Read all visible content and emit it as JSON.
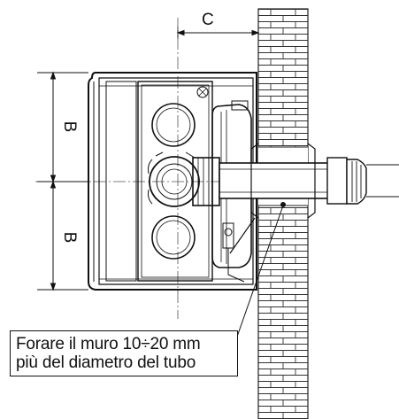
{
  "dimensions": {
    "c_label": "C",
    "b_upper_label": "B",
    "b_lower_label": "B"
  },
  "note": {
    "line1": "Forare il muro 10÷20 mm",
    "line2": "più del diametro del tubo"
  }
}
